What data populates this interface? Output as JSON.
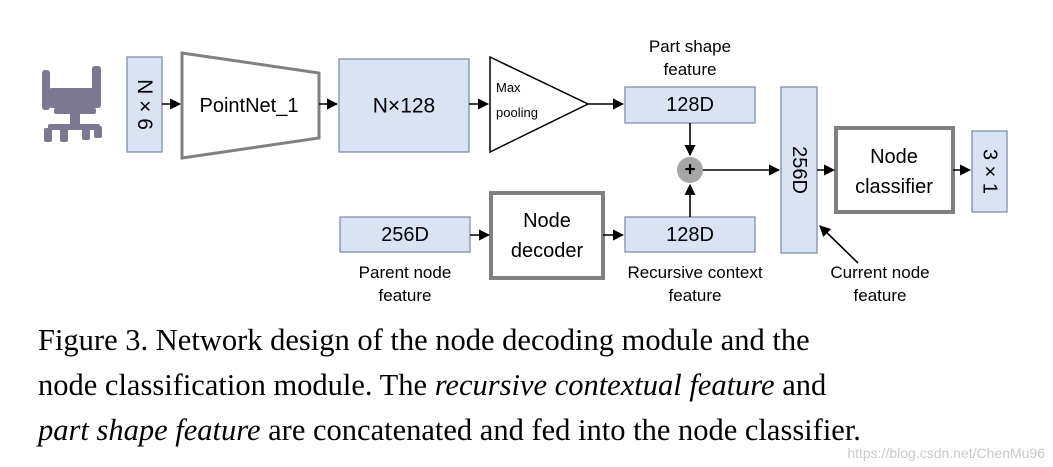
{
  "diagram": {
    "nodes": {
      "input": "N × 6",
      "pointnet": "PointNet_1",
      "nx128": "N×128",
      "maxpool_line1": "Max",
      "maxpool_line2": "pooling",
      "part_shape_box": "128D",
      "parent_box": "256D",
      "decoder_line1": "Node",
      "decoder_line2": "decoder",
      "context_box": "128D",
      "concat_box": "256D",
      "classifier_line1": "Node",
      "classifier_line2": "classifier",
      "output": "3 × 1",
      "plus": "+"
    },
    "labels": {
      "part_shape_line1": "Part shape",
      "part_shape_line2": "feature",
      "parent_line1": "Parent node",
      "parent_line2": "feature",
      "context_line1": "Recursive context",
      "context_line2": "feature",
      "current_line1": "Current node",
      "current_line2": "feature"
    }
  },
  "caption": {
    "line1": "Figure 3. Network design of the node decoding module and the",
    "line2_a": "node classification module.  The ",
    "line2_b": "recursive contextual feature",
    "line2_c": " and",
    "line3_a": "part shape feature",
    "line3_b": " are concatenated and fed into the node classifier."
  },
  "watermark": "https://blog.csdn.net/ChenMu96",
  "colors": {
    "box_fill": "#dae3f3",
    "box_border": "#7f8fa9",
    "gray_border": "#808080",
    "plus_circle": "#a6a6a6",
    "chair_points": "#6f6a86"
  }
}
